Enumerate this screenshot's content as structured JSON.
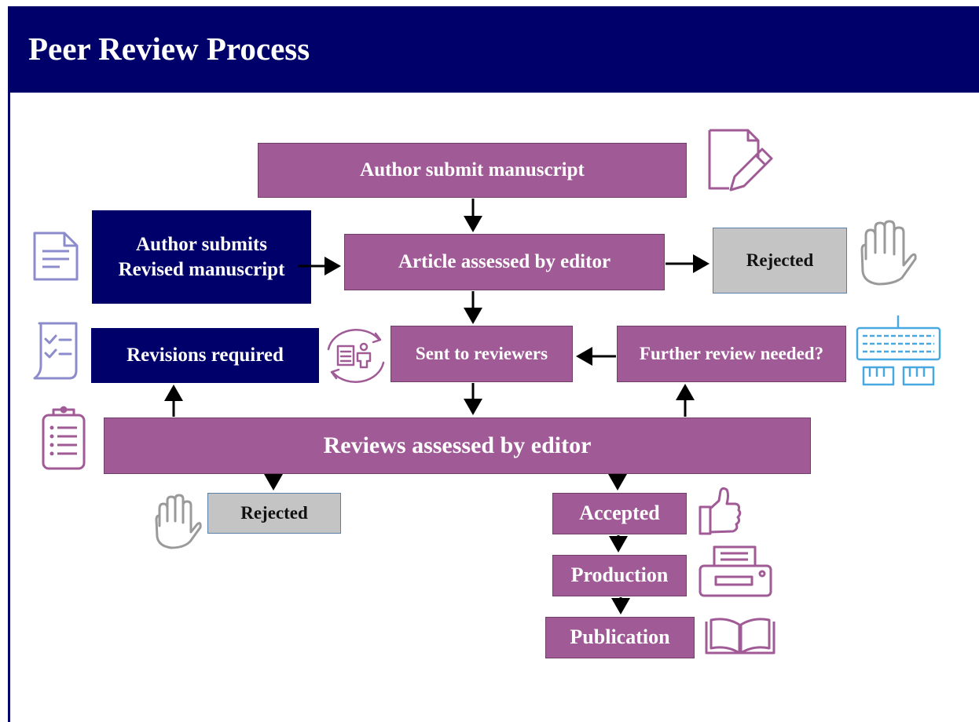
{
  "title": "Peer Review Process",
  "boxes": {
    "author_submit": "Author submit manuscript",
    "revised_line1": "Author submits",
    "revised_line2": "Revised manuscript",
    "assessed": "Article assessed by editor",
    "rejected_top": "Rejected",
    "revisions": "Revisions required",
    "sent": "Sent to reviewers",
    "further": "Further review needed?",
    "reviews": "Reviews assessed by editor",
    "rejected_bottom": "Rejected",
    "accepted": "Accepted",
    "production": "Production",
    "publication": "Publication"
  },
  "icons": [
    "pen-document-icon",
    "document-icon",
    "stop-hand-icon",
    "checklist-icon",
    "review-cycle-icon",
    "keyboard-icon",
    "clipboard-list-icon",
    "stop-hand-icon",
    "thumbs-up-icon",
    "printer-icon",
    "open-book-icon"
  ],
  "colors": {
    "header": "#00006a",
    "process": "#a05a96",
    "rejected": "#c4c4c4",
    "icon_purple": "#a05a96",
    "icon_lavender": "#8c8ccc",
    "icon_grey": "#9a9a9a",
    "icon_blue": "#4aa8e0"
  }
}
